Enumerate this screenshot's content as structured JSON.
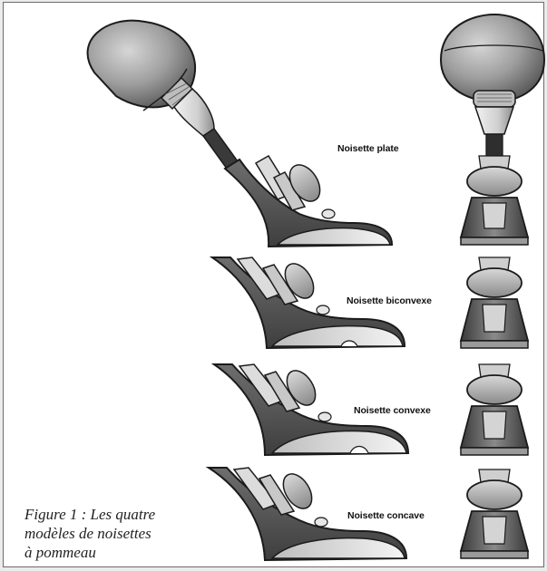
{
  "labels": {
    "plate": "Noisette plate",
    "biconvexe": "Noisette biconvexe",
    "convexe": "Noisette convexe",
    "concave": "Noisette concave"
  },
  "caption": {
    "line1": "Figure 1 : Les quatre",
    "line2": "modèles de noisettes",
    "line3": "à pommeau"
  },
  "colors": {
    "ink": "#1b1b1b",
    "body_dark": "#555555",
    "body_mid": "#8a8a8a",
    "ball_gray": "#9a9a9a",
    "sole_light": "#e8e8e8"
  }
}
